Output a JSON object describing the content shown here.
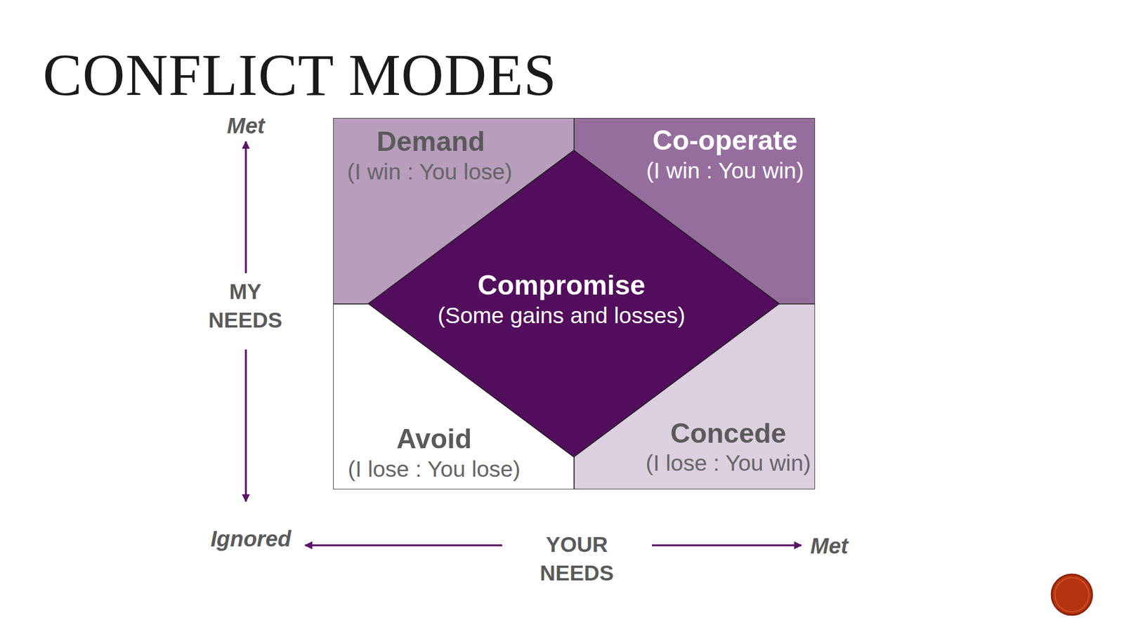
{
  "diagram": {
    "title": "CONFLICT MODES",
    "nodes": [
      {
        "text": [
          "Demand",
          "(I win : You lose)"
        ]
      },
      {
        "text": [
          "Co-operate",
          "(I win : You win)"
        ]
      },
      {
        "text": [
          "Compromise",
          "(Some gains and losses)"
        ]
      },
      {
        "text": [
          "Avoid",
          "(I lose : You lose)"
        ]
      },
      {
        "text": [
          "Concede",
          "(I lose : You win)"
        ]
      }
    ],
    "labels": [
      "Met",
      "MY NEEDS",
      "Ignored",
      "YOUR NEEDS",
      "Met"
    ]
  }
}
